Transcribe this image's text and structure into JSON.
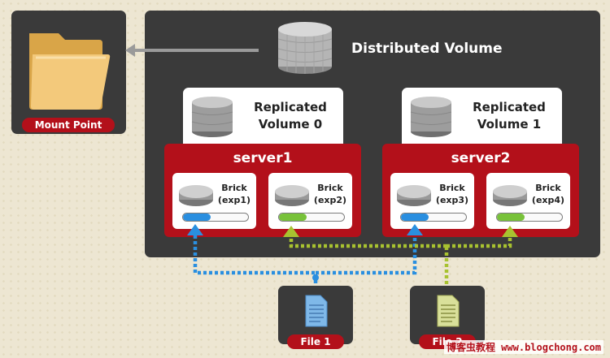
{
  "diagram": {
    "title": "Distributed Volume",
    "mount_point": {
      "label": "Mount Point",
      "icon": "folder-icon"
    },
    "replicated_volumes": [
      {
        "line1": "Replicated",
        "line2": "Volume 0"
      },
      {
        "line1": "Replicated",
        "line2": "Volume 1"
      }
    ],
    "servers": [
      {
        "name": "server1",
        "bricks": [
          {
            "line1": "Brick",
            "line2": "(exp1)",
            "fill_color": "#2a8fe0",
            "fill_fraction": 0.42
          },
          {
            "line1": "Brick",
            "line2": "(exp2)",
            "fill_color": "#78c23a",
            "fill_fraction": 0.42
          }
        ]
      },
      {
        "name": "server2",
        "bricks": [
          {
            "line1": "Brick",
            "line2": "(exp3)",
            "fill_color": "#2a8fe0",
            "fill_fraction": 0.42
          },
          {
            "line1": "Brick",
            "line2": "(exp4)",
            "fill_color": "#78c23a",
            "fill_fraction": 0.42
          }
        ]
      }
    ],
    "files": [
      {
        "label": "File 1",
        "icon": "document-blue-icon",
        "color": "#2a8fe0"
      },
      {
        "label": "File 2",
        "icon": "document-green-icon",
        "color": "#9cbf2a"
      }
    ],
    "watermark": "博客虫教程 www.blogchong.com"
  },
  "colors": {
    "panel": "#3a3a3a",
    "server": "#b3101a",
    "background": "#ede6d2",
    "file1_path": "#2a8fe0",
    "file2_path": "#a8c230"
  }
}
